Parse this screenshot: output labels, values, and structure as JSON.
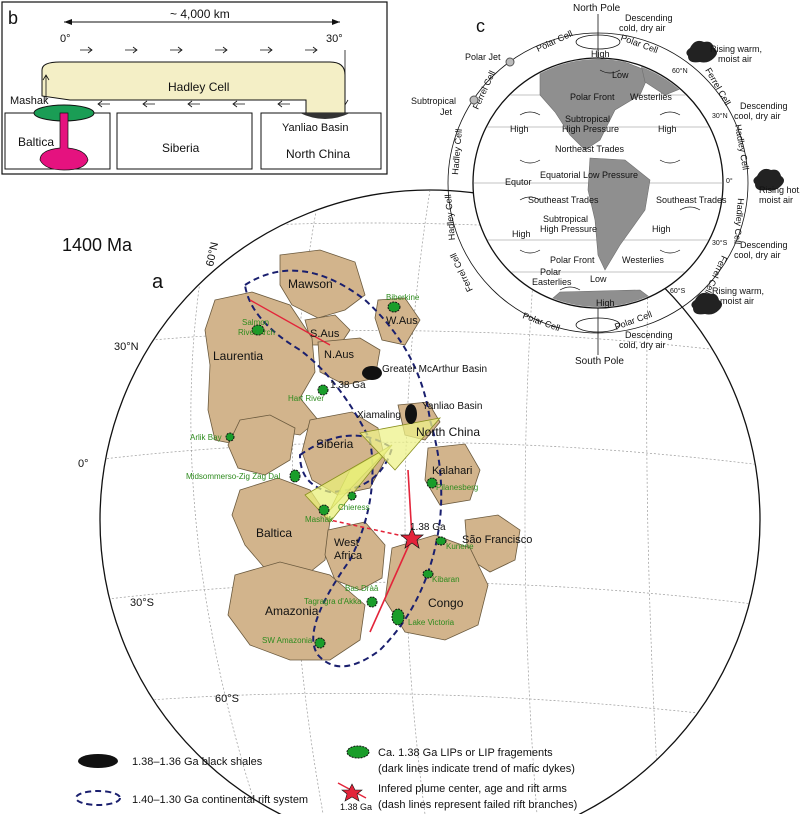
{
  "panel_b": {
    "letter": "b",
    "distance": "~ 4,000 km",
    "lat_left": "0°",
    "lat_right": "30°",
    "cell_label": "Hadley Cell",
    "mashak": "Mashak",
    "yanliao": "Yanliao Basin",
    "blocks": [
      "Baltica",
      "Siberia",
      "North China"
    ]
  },
  "panel_c": {
    "letter": "c",
    "north_pole": "North  Pole",
    "south_pole": "South  Pole",
    "polar_jet": "Polar Jet",
    "subtropical_jet": "Subtropical\nJet",
    "equtor": "Equtor",
    "cells": {
      "polar": "Polar Cell",
      "ferrel": "Ferrel Cell",
      "hadley": "Hadley Cell"
    },
    "air": {
      "desc_cold": "Descending\ncold, dry air",
      "rising_warm": "Rising warm,\nmoist air",
      "desc_cool": "Descending\ncool, dry air",
      "rising_hot": "Rising hot,\nmoist air"
    },
    "lat_marks": [
      "60°N",
      "30°N",
      "0°",
      "30°S",
      "60°S"
    ],
    "belts": {
      "high": "High",
      "low": "Low",
      "polar_front": "Polar  Front",
      "westerlies": "Westerlies",
      "subtropical_high": "Subtropical\nHigh Pressure",
      "ne_trades": "Northeast Trades",
      "eq_low": "Equatorial Low Pressure",
      "se_trades": "Southeast Trades",
      "polar_easterlies": "Polar\nEasterlies"
    }
  },
  "panel_a": {
    "letter": "a",
    "age": "1400 Ma",
    "lat_labels": [
      "60°N",
      "30°N",
      "0°",
      "30°S",
      "60°S"
    ],
    "cratons": [
      "Mawson",
      "S.Aus",
      "W.Aus",
      "N.Aus",
      "Laurentia",
      "Siberia",
      "North China",
      "Kalahari",
      "Baltica",
      "West\nAfrica",
      "São Francisco",
      "Amazonia",
      "Congo"
    ],
    "basins": [
      "Greater McArthur Basin",
      "Xiamaling",
      "Yanliao Basin"
    ],
    "lips": [
      "Biberkine",
      "Salmon\nRiver Arch",
      "Hart River",
      "Arlik Bay",
      "Midsommerso-Zig Zag Dal",
      "Pilanesberg",
      "Chieress",
      "Mashak",
      "Kunene",
      "Kibaran",
      "Bas Dràâ",
      "Tagragra d'Akka",
      "Lake Victoria",
      "SW Amazonia"
    ],
    "age_marker_1": "1.38 Ga",
    "age_marker_2": "1.38 Ga"
  },
  "legend": {
    "shales": "1.38–1.36 Ga black shales",
    "rift": "1.40–1.30 Ga continental rift system",
    "lips_line1": "Ca. 1.38 Ga LIPs or LIP fragements",
    "lips_line2": "(dark lines indicate trend of mafic dykes)",
    "plume_line1": "Infered plume center, age and rift arms",
    "plume_line2": "(dash lines represent failed rift branches)",
    "plume_age": "1.38 Ga"
  }
}
